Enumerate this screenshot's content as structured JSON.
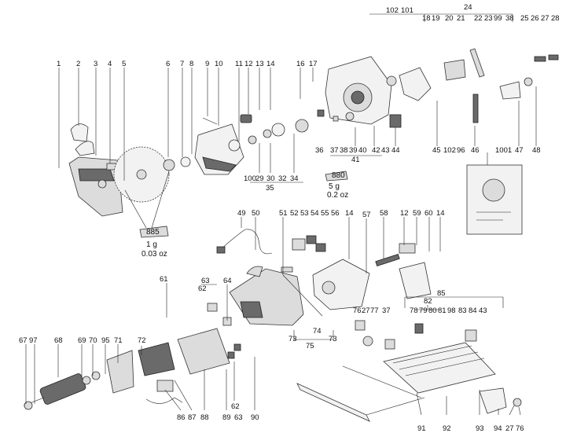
{
  "labels": {
    "n1": "1",
    "n2": "2",
    "n3": "3",
    "n4": "4",
    "n5": "5",
    "n6": "6",
    "n7": "7",
    "n8": "8",
    "n9": "9",
    "n10": "10",
    "n11": "11",
    "n12": "12",
    "n13": "13",
    "n14": "14",
    "n16": "16",
    "n17": "17",
    "n18": "18",
    "n19": "19",
    "n20": "20",
    "n21": "21",
    "n22": "22",
    "n23": "23",
    "n24": "24",
    "n25": "25",
    "n26": "26",
    "n27": "27",
    "n28": "28",
    "n29": "29",
    "n30": "30",
    "n32": "32",
    "n34": "34",
    "n35": "35",
    "n36": "36",
    "n37": "37",
    "n38": "38",
    "n39": "39",
    "n40": "40",
    "n41": "41",
    "n42": "42",
    "n43": "43",
    "n44": "44",
    "n45": "45",
    "n46": "46",
    "n47": "47",
    "n48": "48",
    "n49": "49",
    "n50": "50",
    "n51": "51",
    "n52": "52",
    "n53": "53",
    "n54": "54",
    "n55": "55",
    "n56": "56",
    "n57": "57",
    "n58": "58",
    "n59": "59",
    "n60": "60",
    "n61": "61",
    "n62": "62",
    "n63": "63",
    "n64": "64",
    "n67": "67",
    "n68": "68",
    "n69": "69",
    "n70": "70",
    "n71": "71",
    "n72": "72",
    "n73": "73",
    "n74": "74",
    "n75": "75",
    "n76": "76",
    "n77": "77",
    "n78": "78",
    "n79": "79",
    "n80": "80",
    "n81": "81",
    "n82": "82",
    "n83": "83",
    "n84": "84",
    "n85": "85",
    "n86": "86",
    "n87": "87",
    "n88": "88",
    "n89": "89",
    "n90": "90",
    "n91": "91",
    "n92": "92",
    "n93": "93",
    "n94": "94",
    "n95": "95",
    "n96": "96",
    "n97": "97",
    "n98": "98",
    "n99": "99",
    "n100": "100",
    "n101": "101",
    "n102": "102",
    "n1001": "1001"
  },
  "grease_notes": {
    "tube_label_885": "885",
    "qty_metric_1": "1 g",
    "qty_imperial_1": "0.03 oz",
    "tube_label_880": "880",
    "qty_metric_2": "5 g",
    "qty_imperial_2": "0.2 oz"
  },
  "colors": {
    "line": "#222222",
    "part_fill": "#dcdcdc",
    "dark_fill": "#6a6a6a",
    "background": "#ffffff"
  }
}
